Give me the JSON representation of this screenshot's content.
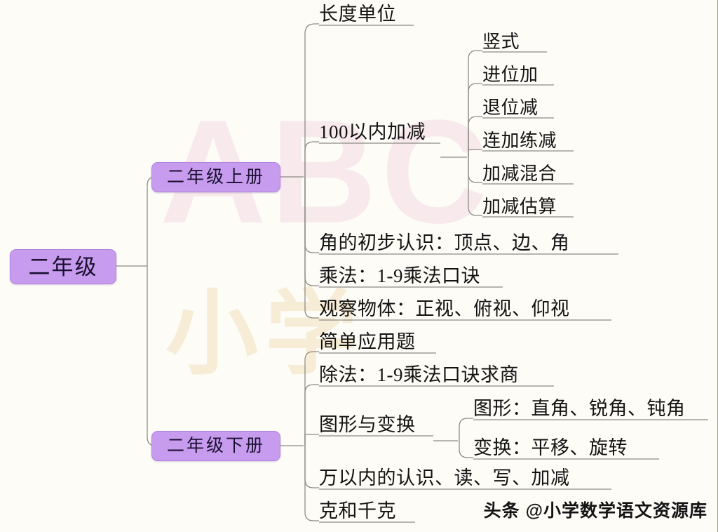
{
  "background": {
    "canvas_color": "#fdfcf7",
    "watermark_letters": "ABC",
    "watermark_cn": "小学",
    "watermark_letters_color": "#f6dfe8",
    "watermark_cn_color": "#f7ead0"
  },
  "theme": {
    "node_fill": "#c79bee",
    "node_border": "#b184e0",
    "connector_color": "#8d8d84",
    "text_color": "#131313"
  },
  "credit": "头条 @小学数学语文资源库",
  "mindmap": {
    "root": {
      "label": "二年级"
    },
    "branches": [
      {
        "id": "volume-1",
        "label": "二年级上册",
        "topics": [
          {
            "id": "length-units",
            "label": "长度单位",
            "children": []
          },
          {
            "id": "add-sub-within-100",
            "label": "100以内加减",
            "children": [
              {
                "id": "vertical-form",
                "label": "竖式"
              },
              {
                "id": "carry-addition",
                "label": "进位加"
              },
              {
                "id": "borrow-subtraction",
                "label": "退位减"
              },
              {
                "id": "continuous-add-sub",
                "label": "连加练减"
              },
              {
                "id": "mixed-add-sub",
                "label": "加减混合"
              },
              {
                "id": "estimate-add-sub",
                "label": "加减估算"
              }
            ]
          },
          {
            "id": "angles-intro",
            "label": "角的初步认识：顶点、边、角",
            "children": []
          },
          {
            "id": "multiplication",
            "label": "乘法：1-9乘法口诀",
            "children": []
          },
          {
            "id": "observe-objects",
            "label": "观察物体：正视、俯视、仰视",
            "children": []
          }
        ]
      },
      {
        "id": "volume-2",
        "label": "二年级下册",
        "topics": [
          {
            "id": "simple-word-problems",
            "label": "简单应用题",
            "children": []
          },
          {
            "id": "division",
            "label": "除法：1-9乘法口诀求商",
            "children": []
          },
          {
            "id": "shapes-transformations",
            "label": "图形与变换",
            "children": [
              {
                "id": "shapes",
                "label": "图形：直角、锐角、钝角"
              },
              {
                "id": "transformations",
                "label": "变换：平移、旋转"
              }
            ]
          },
          {
            "id": "numbers-to-10000",
            "label": "万以内的认识、读、写、加减",
            "children": []
          },
          {
            "id": "grams-kilograms",
            "label": "克和千克",
            "children": []
          }
        ]
      }
    ]
  }
}
